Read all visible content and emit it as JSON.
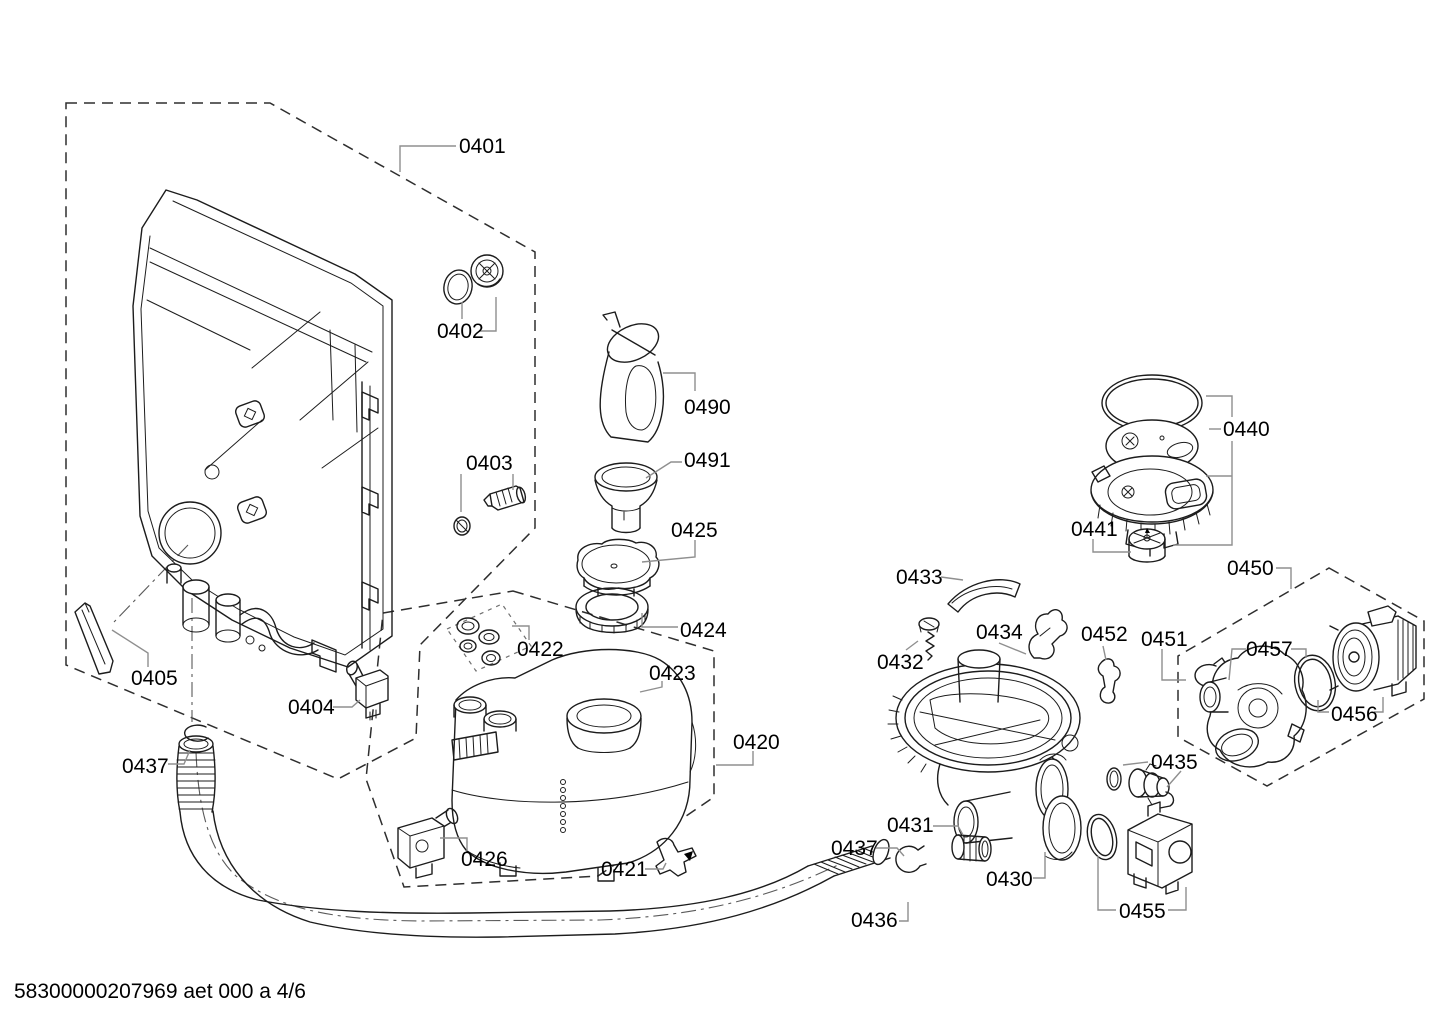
{
  "footer": {
    "text": "58300000207969 aet 000 a 4/6"
  },
  "parts": [
    {
      "number": "0401"
    },
    {
      "number": "0402"
    },
    {
      "number": "0403"
    },
    {
      "number": "0405"
    },
    {
      "number": "0404"
    },
    {
      "number": "0437"
    },
    {
      "number": "0490"
    },
    {
      "number": "0491"
    },
    {
      "number": "0425"
    },
    {
      "number": "0424"
    },
    {
      "number": "0422"
    },
    {
      "number": "0423"
    },
    {
      "number": "0420"
    },
    {
      "number": "0426"
    },
    {
      "number": "0421"
    },
    {
      "number": "0433"
    },
    {
      "number": "0432"
    },
    {
      "number": "0434"
    },
    {
      "number": "0452"
    },
    {
      "number": "0451"
    },
    {
      "number": "0440"
    },
    {
      "number": "0441"
    },
    {
      "number": "0450"
    },
    {
      "number": "0457"
    },
    {
      "number": "0456"
    },
    {
      "number": "0435"
    },
    {
      "number": "0431"
    },
    {
      "number": "0437"
    },
    {
      "number": "0430"
    },
    {
      "number": "0436"
    },
    {
      "number": "0455"
    }
  ]
}
